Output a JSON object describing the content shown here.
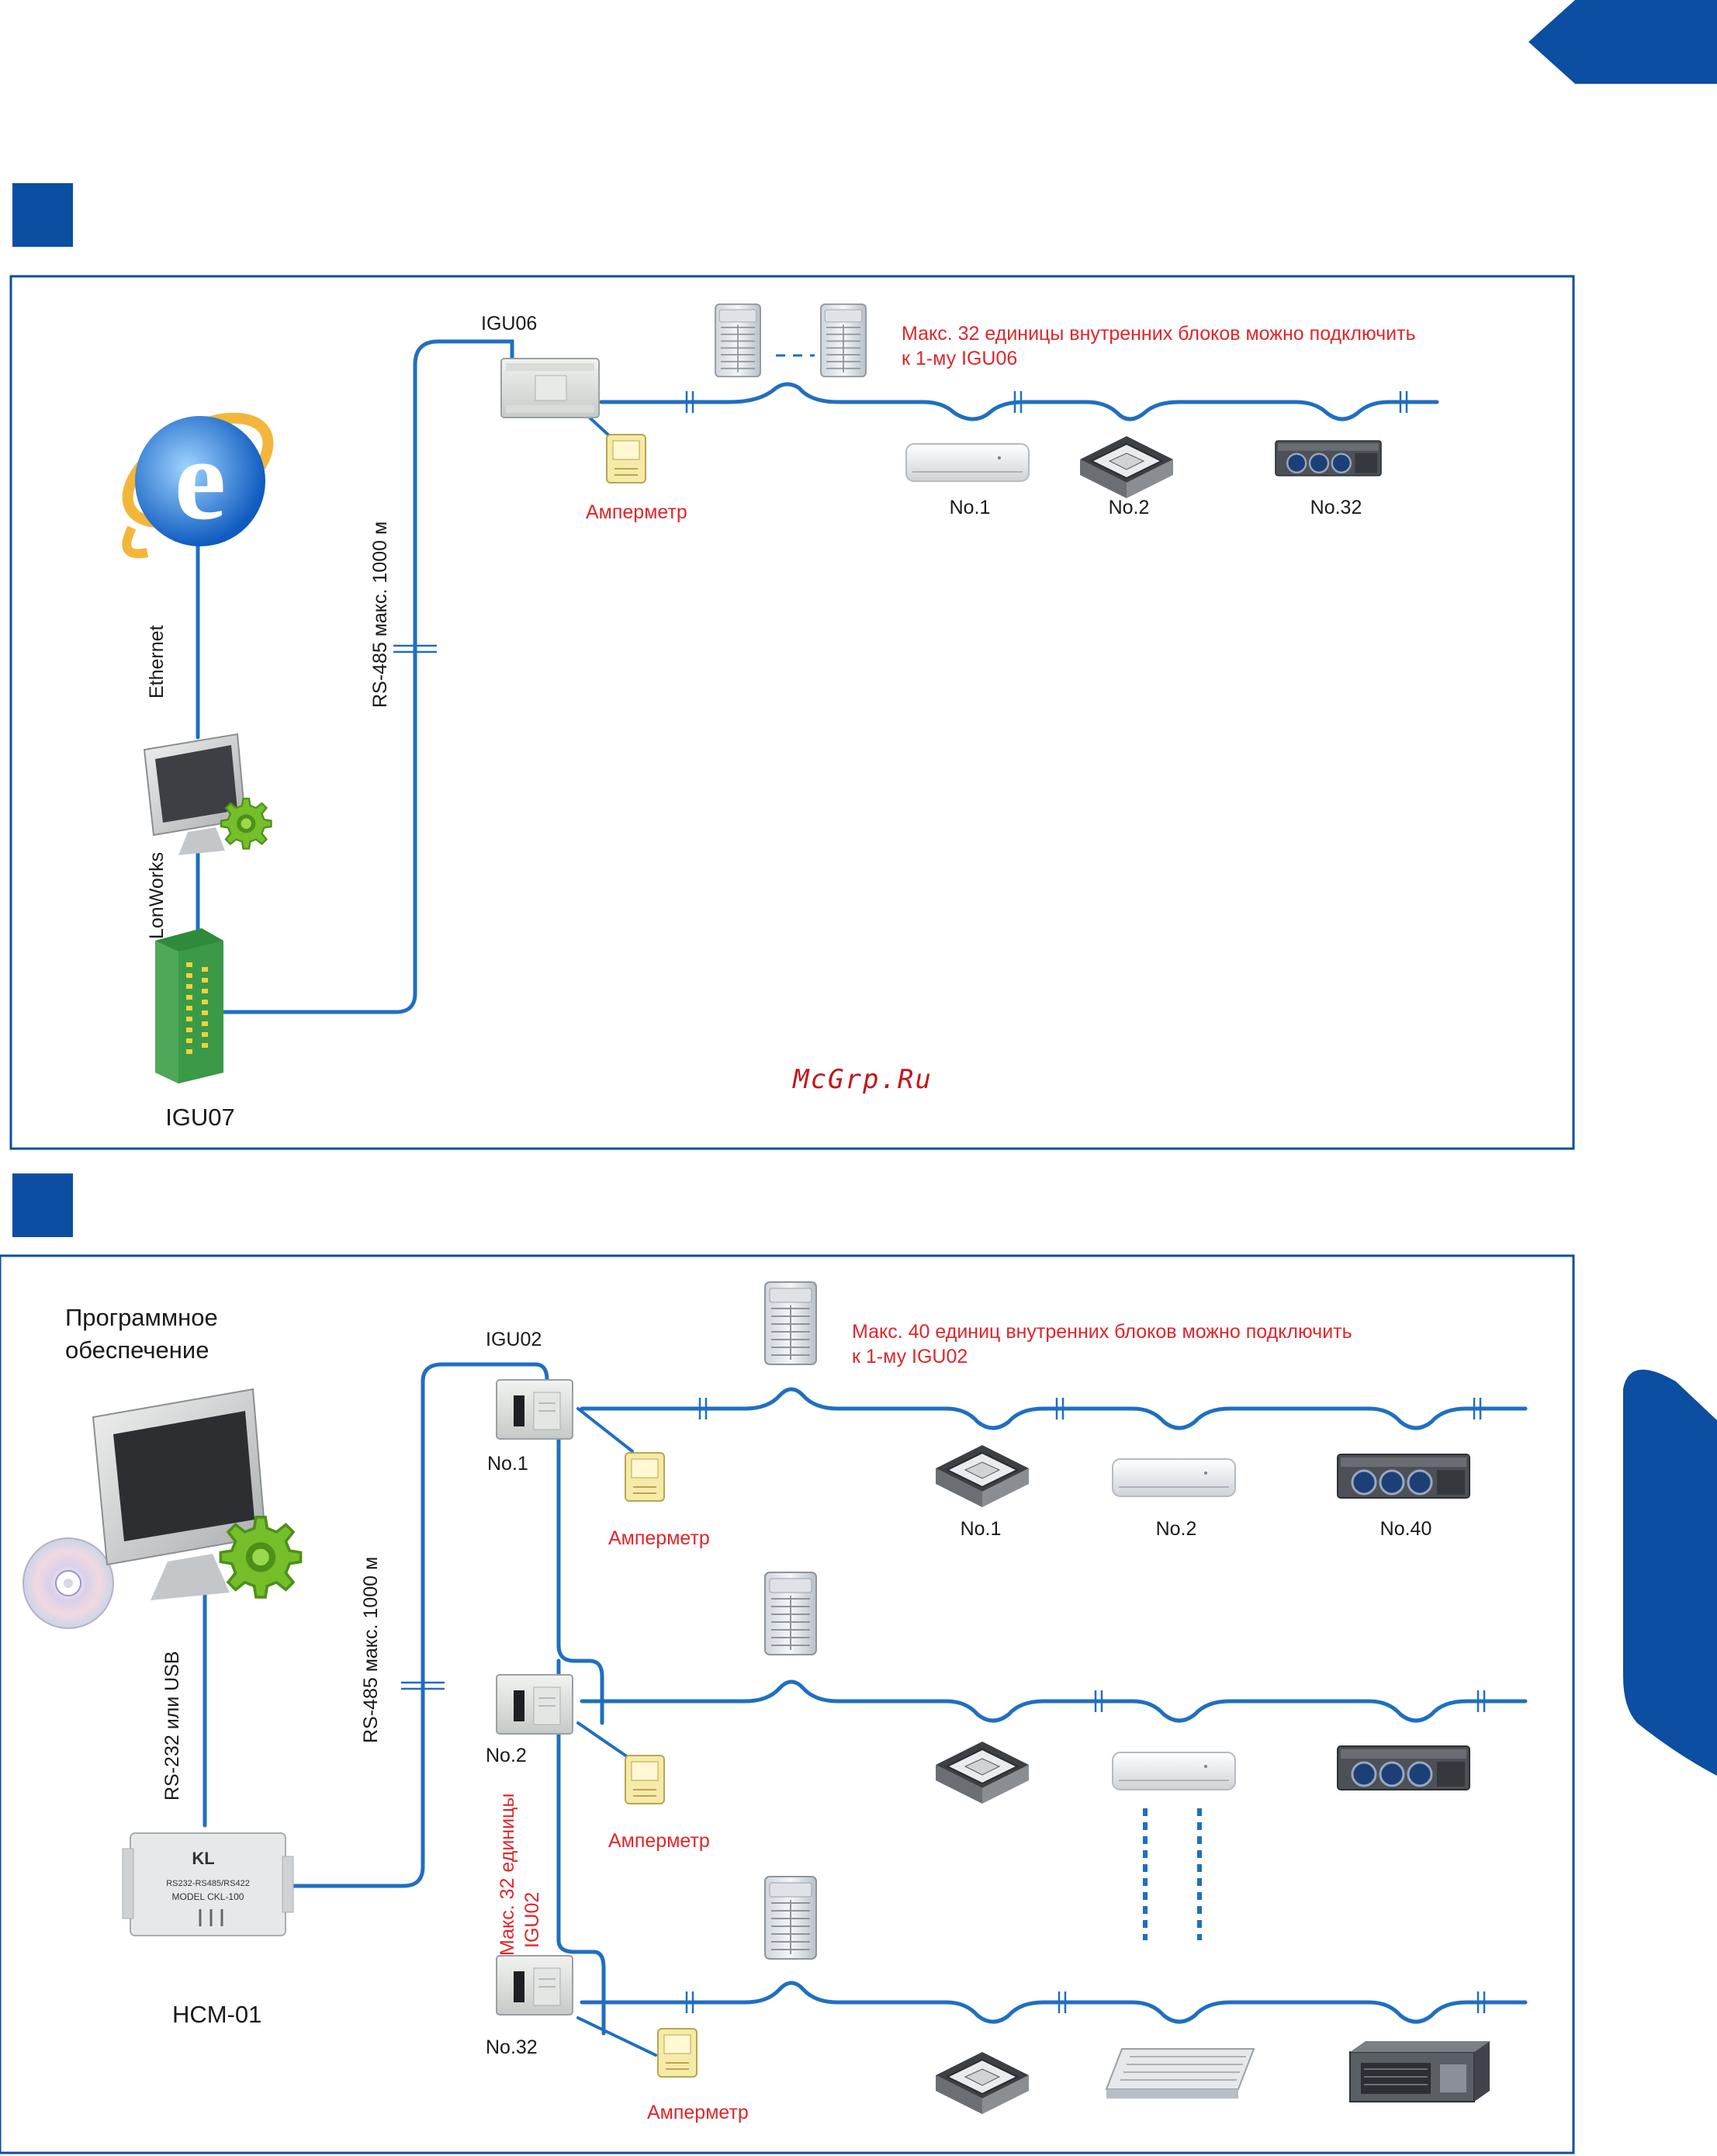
{
  "colors": {
    "brand_blue": "#0b4ea2",
    "line_blue": "#1f6fc0",
    "note_red": "#e0262b",
    "watermark_red": "#c0161c",
    "meter_yellow": "#f6eaa8"
  },
  "diagram1": {
    "controller_top": "IGU06",
    "controller_bottom": "IGU07",
    "link_ethernet": "Ethernet",
    "link_lonworks": "LonWorks",
    "link_rs485": "RS-485 макс. 1000 м",
    "ammeter": "Амперметр",
    "note_line1": "Макс. 32 единицы внутренних блоков можно подключить",
    "note_line2": "к 1-му IGU06",
    "unit_labels": [
      "No.1",
      "No.2",
      "No.32"
    ],
    "watermark": "McGrp.Ru",
    "icons": [
      "internet-explorer-icon",
      "monitor-gear-icon",
      "igu07-module-icon",
      "igu06-module-icon",
      "outdoor-unit-icon",
      "ammeter-icon",
      "wall-unit-icon",
      "cassette-unit-icon",
      "duct-unit-icon"
    ]
  },
  "diagram2": {
    "software_line1": "Программное",
    "software_line2": "обеспечение",
    "link_rs232": "RS-232 или USB",
    "link_rs485": "RS-485 макс. 1000 м",
    "converter_label": "HCM-01",
    "converter_brand": "KL",
    "converter_line1": "RS232-RS485/RS422",
    "converter_line2": "MODEL CKL-100",
    "controller": "IGU02",
    "controller_nums": [
      "No.1",
      "No.2",
      "No.32"
    ],
    "ammeter": "Амперметр",
    "note_line1": "Макс. 40 единиц внутренних блоков можно подключить",
    "note_line2": "к 1-му IGU02",
    "vertical_note_line1": "Макс. 32 единицы",
    "vertical_note_line2": "IGU02",
    "unit_labels": [
      "No.1",
      "No.2",
      "No.40"
    ],
    "icons": [
      "cd-icon",
      "monitor-gear-icon",
      "converter-box-icon",
      "igu02-module-icon",
      "outdoor-unit-icon",
      "ammeter-icon",
      "cassette-unit-icon",
      "wall-unit-icon",
      "duct-unit-icon",
      "ceiling-unit-icon"
    ]
  }
}
